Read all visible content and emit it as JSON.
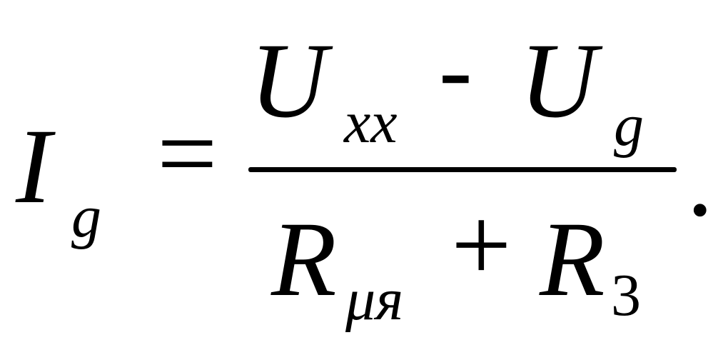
{
  "formula": {
    "lhs": {
      "symbol": "I",
      "subscript": "g"
    },
    "equals": "=",
    "numerator": {
      "term1": {
        "symbol": "U",
        "subscript": "xx"
      },
      "operator": "-",
      "term2": {
        "symbol": "U",
        "subscript": "g"
      }
    },
    "denominator": {
      "term1": {
        "symbol": "R",
        "subscript": "μя"
      },
      "operator": "+",
      "term2": {
        "symbol": "R",
        "subscript": "3"
      }
    },
    "end_punct": "."
  }
}
